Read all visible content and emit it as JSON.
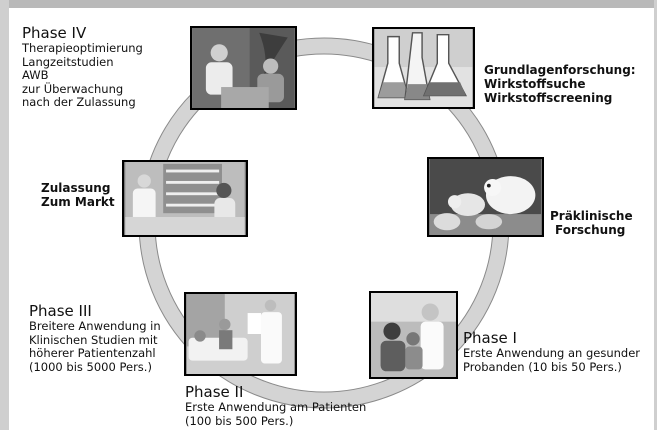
{
  "phase4": {
    "title": "Phase IV",
    "lines": [
      "Therapieoptimierung",
      "Langzeitstudien",
      "AWB",
      "zur Überwachung",
      "nach der Zulassung"
    ]
  },
  "research": {
    "lines": [
      "Grundlagenforschung:",
      "Wirkstoffsuche",
      "Wirkstoffscreening"
    ]
  },
  "preclinical": {
    "lines": [
      "Präklinische",
      "Forschung"
    ]
  },
  "approval": {
    "lines": [
      "Zulassung",
      "Zum Markt"
    ]
  },
  "phase3": {
    "title": "Phase III",
    "lines": [
      "Breitere Anwendung in",
      "Klinischen Studien mit",
      "höherer Patientenzahl",
      "(1000 bis 5000 Pers.)"
    ]
  },
  "phase2": {
    "title": "Phase II",
    "lines": [
      "Erste Anwendung am Patienten",
      "(100 bis 500 Pers.)"
    ]
  },
  "phase1": {
    "title": "Phase I",
    "lines": [
      "Erste Anwendung an gesunder",
      "Probanden (10 bis 50 Pers.)"
    ]
  },
  "colors": {
    "ring_fill": "#d4d4d4",
    "ring_stroke": "#8a8a8a",
    "frame": "#c4c4c4"
  },
  "icons": {
    "phase4_photo": "doctor-consultation-photo",
    "research_photo": "lab-flasks-photo",
    "preclinical_photo": "lab-rats-photo",
    "approval_photo": "pharmacy-counter-photo",
    "phase3_photo": "hospital-bed-photo",
    "phase1_photo": "volunteer-trial-photo"
  }
}
